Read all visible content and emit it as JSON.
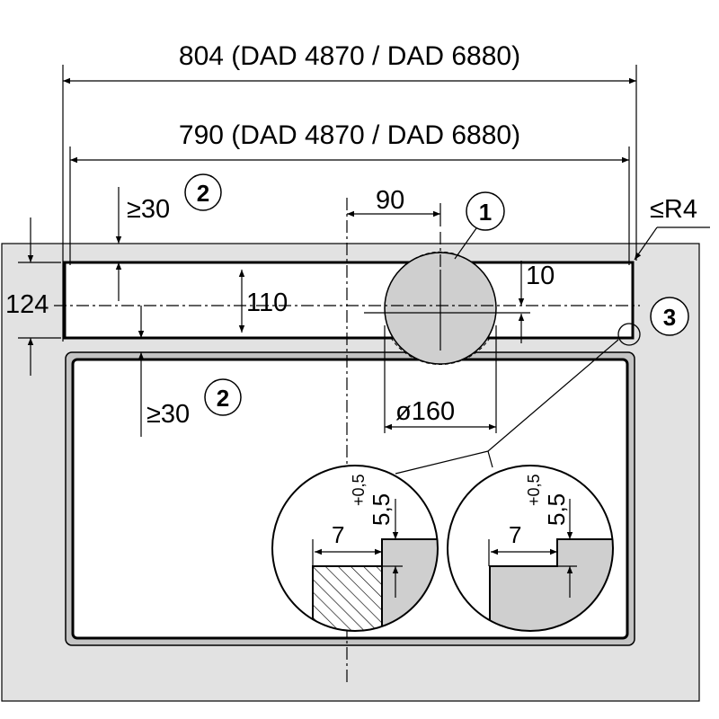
{
  "dimensions": {
    "overall_width": "804 (DAD 4870 / DAD 6880)",
    "cutout_width": "790 (DAD 4870 / DAD 6880)",
    "min_clearance_top": "≥30",
    "min_clearance_bottom": "≥30",
    "offset_90": "90",
    "radius": "≤R4",
    "depth_124": "124",
    "depth_110": "110",
    "offset_10": "10",
    "diameter": "ø160",
    "detail_width_left": "7",
    "detail_width_right": "7",
    "detail_depth_left": "5,5",
    "detail_depth_right": "5,5",
    "detail_tolerance_left": "+0,5",
    "detail_tolerance_right": "+0,5"
  },
  "callouts": {
    "c1": "1",
    "c2_top": "2",
    "c2_bottom": "2",
    "c3": "3"
  },
  "colors": {
    "worktop": "#e2e2e2",
    "worktop_dark": "#c7c7c7",
    "line": "#000000",
    "background": "#ffffff"
  }
}
